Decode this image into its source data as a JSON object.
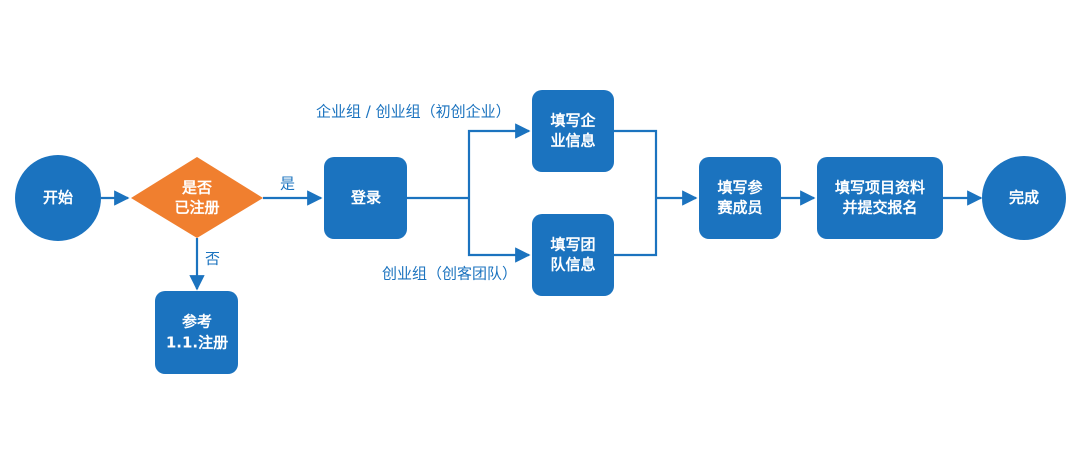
{
  "nodes": {
    "start": "开始",
    "registered_line1": "是否",
    "registered_line2": "已注册",
    "refer_line1": "参考",
    "refer_line2": "1.1.注册",
    "login": "登录",
    "company_info_line1": "填写企",
    "company_info_line2": "业信息",
    "team_info_line1": "填写团",
    "team_info_line2": "队信息",
    "members_line1": "填写参",
    "members_line2": "赛成员",
    "project_line1": "填写项目资料",
    "project_line2": "并提交报名",
    "finish": "完成"
  },
  "edge_labels": {
    "yes": "是",
    "no": "否",
    "company_group": "企业组  / 创业组（初创企业）",
    "team_group": "创业组（创客团队）"
  },
  "colors": {
    "node_blue": "#1b73bf",
    "decision_orange": "#f07f2f",
    "edge_blue": "#1b73bf"
  }
}
